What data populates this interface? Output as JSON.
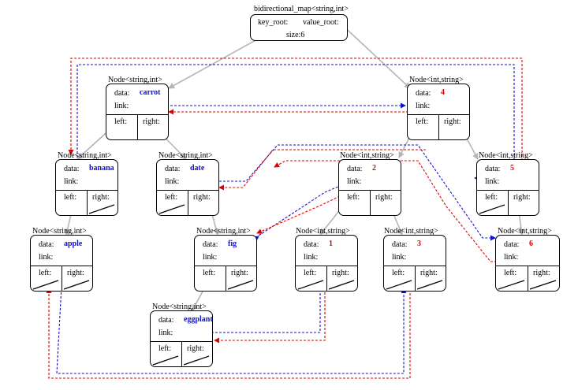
{
  "root": {
    "title": "bidirectional_map<string,int>",
    "key_root_label": "key_root:",
    "value_root_label": "value_root:",
    "size_text": "size:6"
  },
  "labels": {
    "data": "data:",
    "link": "link:",
    "left": "left:",
    "right": "right:"
  },
  "nodes": [
    {
      "id": "carrot",
      "type": "Node<string,int>",
      "value": "carrot",
      "color": "#1010d0"
    },
    {
      "id": "banana",
      "type": "Node<string,int>",
      "value": "banana",
      "color": "#1010d0"
    },
    {
      "id": "date",
      "type": "Node<string,int>",
      "value": "date",
      "color": "#1010d0"
    },
    {
      "id": "apple",
      "type": "Node<string,int>",
      "value": "apple",
      "color": "#1010d0"
    },
    {
      "id": "fig",
      "type": "Node<string,int>",
      "value": "fig",
      "color": "#1010d0"
    },
    {
      "id": "eggplant",
      "type": "Node<string,int>",
      "value": "eggplant",
      "color": "#1010d0"
    },
    {
      "id": "n4",
      "type": "Node<int,string>",
      "value": "4",
      "color": "#e00000"
    },
    {
      "id": "n2",
      "type": "Node<int,string>",
      "value": "2",
      "color": "#e00000"
    },
    {
      "id": "n5",
      "type": "Node<int,string>",
      "value": "5",
      "color": "#e00000"
    },
    {
      "id": "n1",
      "type": "Node<int,string>",
      "value": "1",
      "color": "#e00000"
    },
    {
      "id": "n3",
      "type": "Node<int,string>",
      "value": "3",
      "color": "#e00000"
    },
    {
      "id": "n6",
      "type": "Node<int,string>",
      "value": "6",
      "color": "#e00000"
    }
  ],
  "colors": {
    "tree_edge": "#b5b5b5",
    "link_blue": "#1010d0",
    "link_red": "#e00000"
  }
}
